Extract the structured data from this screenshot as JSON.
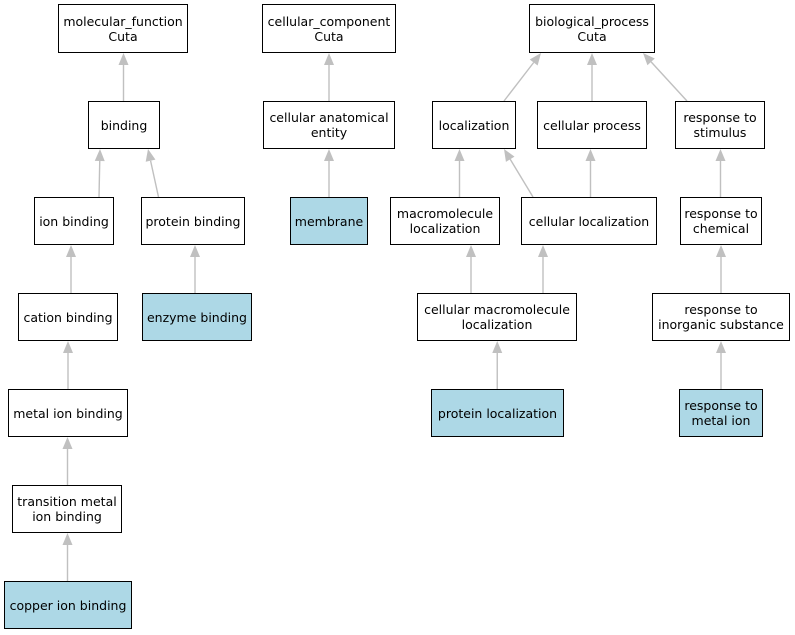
{
  "diagram": {
    "edge_color": "#c0c0c0",
    "highlight_color": "#add8e6",
    "nodes": [
      {
        "id": "molecular_function",
        "label": "molecular_function\nCuta",
        "highlighted": false
      },
      {
        "id": "binding",
        "label": "binding",
        "highlighted": false
      },
      {
        "id": "ion_binding",
        "label": "ion binding",
        "highlighted": false
      },
      {
        "id": "protein_binding",
        "label": "protein binding",
        "highlighted": false
      },
      {
        "id": "cation_binding",
        "label": "cation binding",
        "highlighted": false
      },
      {
        "id": "enzyme_binding",
        "label": "enzyme binding",
        "highlighted": true
      },
      {
        "id": "metal_ion_binding",
        "label": "metal ion binding",
        "highlighted": false
      },
      {
        "id": "transition_metal_ion_binding",
        "label": "transition metal\nion binding",
        "highlighted": false
      },
      {
        "id": "copper_ion_binding",
        "label": "copper ion binding",
        "highlighted": true
      },
      {
        "id": "cellular_component",
        "label": "cellular_component\nCuta",
        "highlighted": false
      },
      {
        "id": "cellular_anatomical_entity",
        "label": "cellular anatomical\nentity",
        "highlighted": false
      },
      {
        "id": "membrane",
        "label": "membrane",
        "highlighted": true
      },
      {
        "id": "biological_process",
        "label": "biological_process\nCuta",
        "highlighted": false
      },
      {
        "id": "localization",
        "label": "localization",
        "highlighted": false
      },
      {
        "id": "cellular_process",
        "label": "cellular process",
        "highlighted": false
      },
      {
        "id": "response_to_stimulus",
        "label": "response to\nstimulus",
        "highlighted": false
      },
      {
        "id": "macromolecule_localization",
        "label": "macromolecule\nlocalization",
        "highlighted": false
      },
      {
        "id": "cellular_localization",
        "label": "cellular localization",
        "highlighted": false
      },
      {
        "id": "response_to_chemical",
        "label": "response to\nchemical",
        "highlighted": false
      },
      {
        "id": "cellular_macromolecule_localization",
        "label": "cellular macromolecule\nlocalization",
        "highlighted": false
      },
      {
        "id": "response_to_inorganic_substance",
        "label": "response to\ninorganic substance",
        "highlighted": false
      },
      {
        "id": "protein_localization",
        "label": "protein localization",
        "highlighted": true
      },
      {
        "id": "response_to_metal_ion",
        "label": "response to\nmetal ion",
        "highlighted": true
      }
    ],
    "edges": [
      {
        "from": "binding",
        "to": "molecular_function"
      },
      {
        "from": "ion_binding",
        "to": "binding"
      },
      {
        "from": "protein_binding",
        "to": "binding"
      },
      {
        "from": "cation_binding",
        "to": "ion_binding"
      },
      {
        "from": "enzyme_binding",
        "to": "protein_binding"
      },
      {
        "from": "metal_ion_binding",
        "to": "cation_binding"
      },
      {
        "from": "transition_metal_ion_binding",
        "to": "metal_ion_binding"
      },
      {
        "from": "copper_ion_binding",
        "to": "transition_metal_ion_binding"
      },
      {
        "from": "cellular_anatomical_entity",
        "to": "cellular_component"
      },
      {
        "from": "membrane",
        "to": "cellular_anatomical_entity"
      },
      {
        "from": "localization",
        "to": "biological_process"
      },
      {
        "from": "cellular_process",
        "to": "biological_process"
      },
      {
        "from": "response_to_stimulus",
        "to": "biological_process"
      },
      {
        "from": "macromolecule_localization",
        "to": "localization"
      },
      {
        "from": "cellular_localization",
        "to": "localization"
      },
      {
        "from": "cellular_localization",
        "to": "cellular_process"
      },
      {
        "from": "response_to_chemical",
        "to": "response_to_stimulus"
      },
      {
        "from": "cellular_macromolecule_localization",
        "to": "macromolecule_localization"
      },
      {
        "from": "cellular_macromolecule_localization",
        "to": "cellular_localization"
      },
      {
        "from": "response_to_inorganic_substance",
        "to": "response_to_chemical"
      },
      {
        "from": "protein_localization",
        "to": "cellular_macromolecule_localization"
      },
      {
        "from": "response_to_metal_ion",
        "to": "response_to_inorganic_substance"
      }
    ]
  }
}
